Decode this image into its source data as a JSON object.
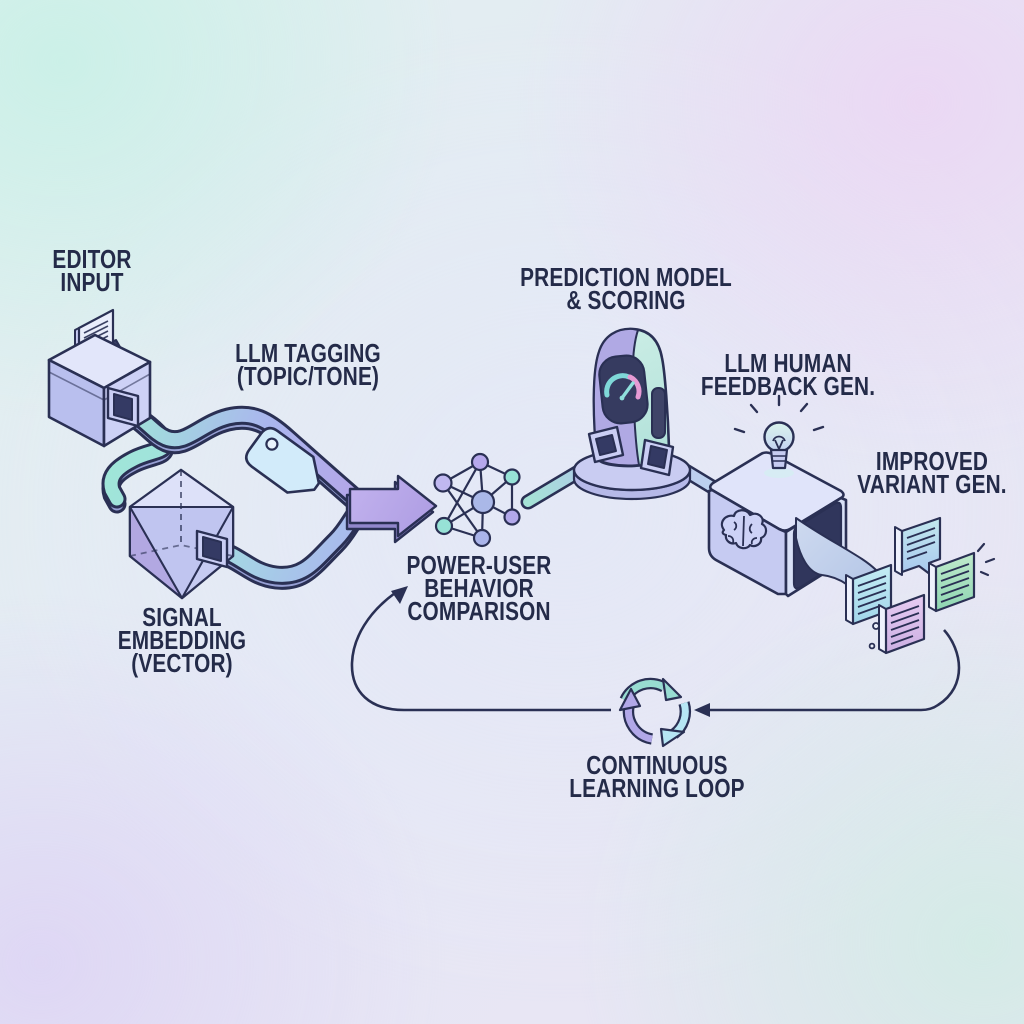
{
  "diagram_type": "isometric-ai-pipeline-diagram",
  "labels": {
    "editor_input": "EDITOR\nINPUT",
    "llm_tagging": "LLM TAGGING\n(TOPIC/TONE)",
    "signal_embedding": "SIGNAL\nEMBEDDING\n(VECTOR)",
    "power_user": "POWER-USER\nBEHAVIOR\nCOMPARISON",
    "prediction_model": "PREDICTION MODEL\n& SCORING",
    "llm_human_feedback": "LLM HUMAN\nFEEDBACK GEN.",
    "improved_variant": "IMPROVED\nVARIANT GEN.",
    "continuous_loop": "CONTINUOUS\nLEARNING LOOP"
  },
  "flow": [
    {
      "from": "editor_input",
      "to": "llm_tagging"
    },
    {
      "from": "editor_input",
      "to": "signal_embedding"
    },
    {
      "from": "llm_tagging",
      "to": "power_user"
    },
    {
      "from": "signal_embedding",
      "to": "power_user"
    },
    {
      "from": "power_user",
      "to": "prediction_model"
    },
    {
      "from": "prediction_model",
      "to": "llm_human_feedback"
    },
    {
      "from": "llm_human_feedback",
      "to": "improved_variant"
    },
    {
      "from": "improved_variant",
      "to": "continuous_loop"
    },
    {
      "from": "continuous_loop",
      "to": "power_user"
    }
  ],
  "icons": {
    "inbox-box-icon": "isometric box with document slot",
    "document-icon": "sheet with text lines",
    "tag-icon": "price tag threaded on pipe",
    "crystal-icon": "faceted embedding crystal",
    "network-graph-icon": "connected node graph",
    "gauge-icon": "meter with teal-pink arc and needle",
    "brain-icon": "brain engraving on box face",
    "lightbulb-icon": "idea bulb with rays",
    "message-card-icon": "generated variant cards",
    "cycle-arrows-icon": "three circular arrows"
  },
  "palette": {
    "ink": "#242b49",
    "outline": "#2a3054",
    "pipe_teal": "#9fe6d8",
    "pipe_blue": "#aab6ee",
    "pipe_purple": "#b5a6e8",
    "surface_lavender": "#c9cdf2",
    "surface_mint": "#c4eae2",
    "screen_dark": "#343a64",
    "gauge_teal": "#7fd8d8",
    "gauge_pink": "#e79ad4",
    "card_blue": "#b8dcf4",
    "card_cyan": "#bce6f2",
    "card_green": "#a9e2c0",
    "card_pink": "#dec4ee",
    "bg_mint": "#dff1ee",
    "bg_pink": "#f0e2f5",
    "bg_lavender": "#e6e7f5"
  }
}
